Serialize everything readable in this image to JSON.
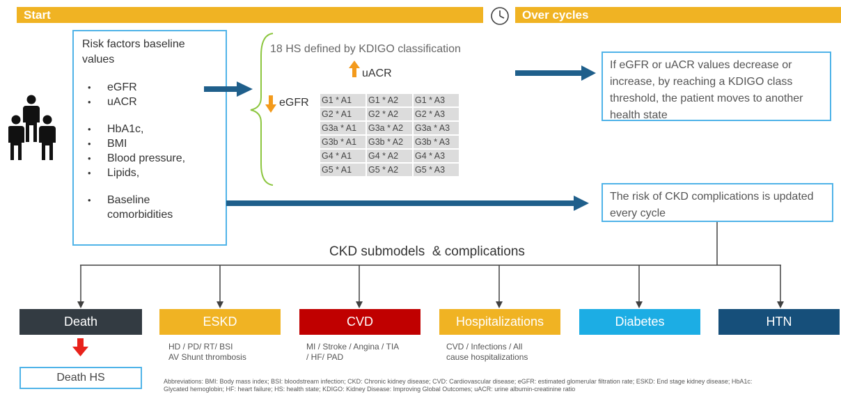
{
  "header": {
    "start_label": "Start",
    "over_cycles_label": "Over cycles",
    "clock_icon": "clock-icon"
  },
  "risk_factors": {
    "title": "Risk factors baseline values",
    "group1": [
      "eGFR",
      "uACR"
    ],
    "group2": [
      "HbA1c,",
      "BMI",
      "Blood pressure,",
      "Lipids,"
    ],
    "group3": [
      "Baseline comorbidities"
    ]
  },
  "health_states": {
    "title": "18 HS defined by KDIGO classification",
    "uacr_label": "uACR",
    "egfr_label": "eGFR",
    "grid": [
      [
        "G1 * A1",
        "G1 * A2",
        "G1 * A3"
      ],
      [
        "G2 * A1",
        "G2 * A2",
        "G2 * A3"
      ],
      [
        "G3a * A1",
        "G3a * A2",
        "G3a * A3"
      ],
      [
        "G3b * A1",
        "G3b * A2",
        "G3b * A3"
      ],
      [
        "G4 * A1",
        "G4 * A2",
        "G4 * A3"
      ],
      [
        "G5 * A1",
        "G5 * A2",
        "G5 * A3"
      ]
    ]
  },
  "transition_note": "If eGFR or uACR values decrease or increase, by reaching a KDIGO class threshold, the patient moves to another health state",
  "risk_update_note": "The risk of CKD complications is updated every cycle",
  "submodels_title": "CKD submodels  & complications",
  "submodels": [
    {
      "label": "Death",
      "color": "#333B42"
    },
    {
      "label": "ESKD",
      "color": "#F0B323"
    },
    {
      "label": "CVD",
      "color": "#C00000"
    },
    {
      "label": "Hospitalizations",
      "color": "#F0B323"
    },
    {
      "label": "Diabetes",
      "color": "#1CADE4"
    },
    {
      "label": "HTN",
      "color": "#164F7A"
    }
  ],
  "eskd_note": "HD / PD/ RT/ BSI\nAV Shunt thrombosis",
  "cvd_note": "MI / Stroke / Angina / TIA\n/ HF/ PAD",
  "hosp_note": "CVD / Infections / All\ncause hospitalizations",
  "death_hs_label": "Death HS",
  "abbreviations": "Abbreviations: BMI: Body mass index; BSI: bloodstream  infection; CKD: Chronic kidney disease; CVD: Cardiovascular disease; eGFR: estimated glomerular filtration rate; ESKD: End stage kidney disease; HbA1c: Glycated hemoglobin; HF: heart failure; HS: health state; KDIGO: Kidney Disease: Improving Global Outcomes; uACR: urine albumin-creatinine ratio",
  "colors": {
    "accent_yellow": "#F0B323",
    "arrow_blue": "#1F5F8B",
    "box_blue": "#4FB3E8",
    "arrow_orange": "#F39A1C",
    "arrow_red": "#E8221B",
    "brace_green": "#8CC63F"
  }
}
